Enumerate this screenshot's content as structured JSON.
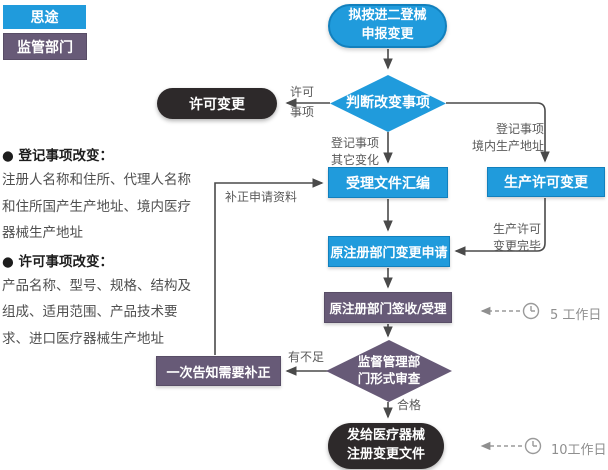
{
  "colors": {
    "blue": "#209bdc",
    "blue_border": "#1280bd",
    "purple": "#675a77",
    "purple_border": "#584d66",
    "dark": "#2d292a",
    "line": "#4a4a4a",
    "timer": "#8f8f8f",
    "label": "#5a5a5a",
    "note_title": "#1d1d1d",
    "note_body": "#4f4f4f"
  },
  "legend": {
    "situ": "思途",
    "regulator": "监管部门"
  },
  "nodes": {
    "start": {
      "line1": "拟按进二登械",
      "line2": "申报变更"
    },
    "judge_change": "判断改变事项",
    "license_change": "许可变更",
    "accept_files": "受理文件汇编",
    "production_license_change": "生产许可变更",
    "orig_registration_dept_apply": "原注册部门变更申请",
    "orig_registration_dept_accept": "原注册部门签收/受理",
    "supervision_review": {
      "line1": "监督管理部",
      "line2": "门形式审查"
    },
    "one_time_notice": "一次告知需要补正",
    "issue_certificate": {
      "line1": "发给医疗器械",
      "line2": "注册变更文件"
    }
  },
  "edge_labels": {
    "license_matter": {
      "line1": "许可",
      "line2": "事项"
    },
    "registration_other": {
      "line1": "登记事项",
      "line2": "其它变化"
    },
    "registration_domestic": {
      "line1": "登记事项",
      "line2": "境内生产地址"
    },
    "production_done": {
      "line1": "生产许可",
      "line2": "变更完毕"
    },
    "supplement": "补正申请资料",
    "insufficient": "有不足",
    "qualified": "合格"
  },
  "timers": {
    "five": {
      "icon": "clock-icon",
      "label": "5 工作日"
    },
    "ten": {
      "icon": "clock-icon",
      "label": "10工作日"
    }
  },
  "notes": {
    "registration": {
      "bullet": "●",
      "title": " 登记事项改变：",
      "lines": [
        "注册人名称和住所、代理人名称",
        "和住所国产生产地址、境内医疗",
        "器械生产地址"
      ]
    },
    "license": {
      "bullet": "●",
      "title": " 许可事项改变：",
      "lines": [
        "产品名称、型号、规格、结构及",
        "组成、适用范围、产品技术要",
        "求、进口医疗器械生产地址"
      ]
    }
  }
}
